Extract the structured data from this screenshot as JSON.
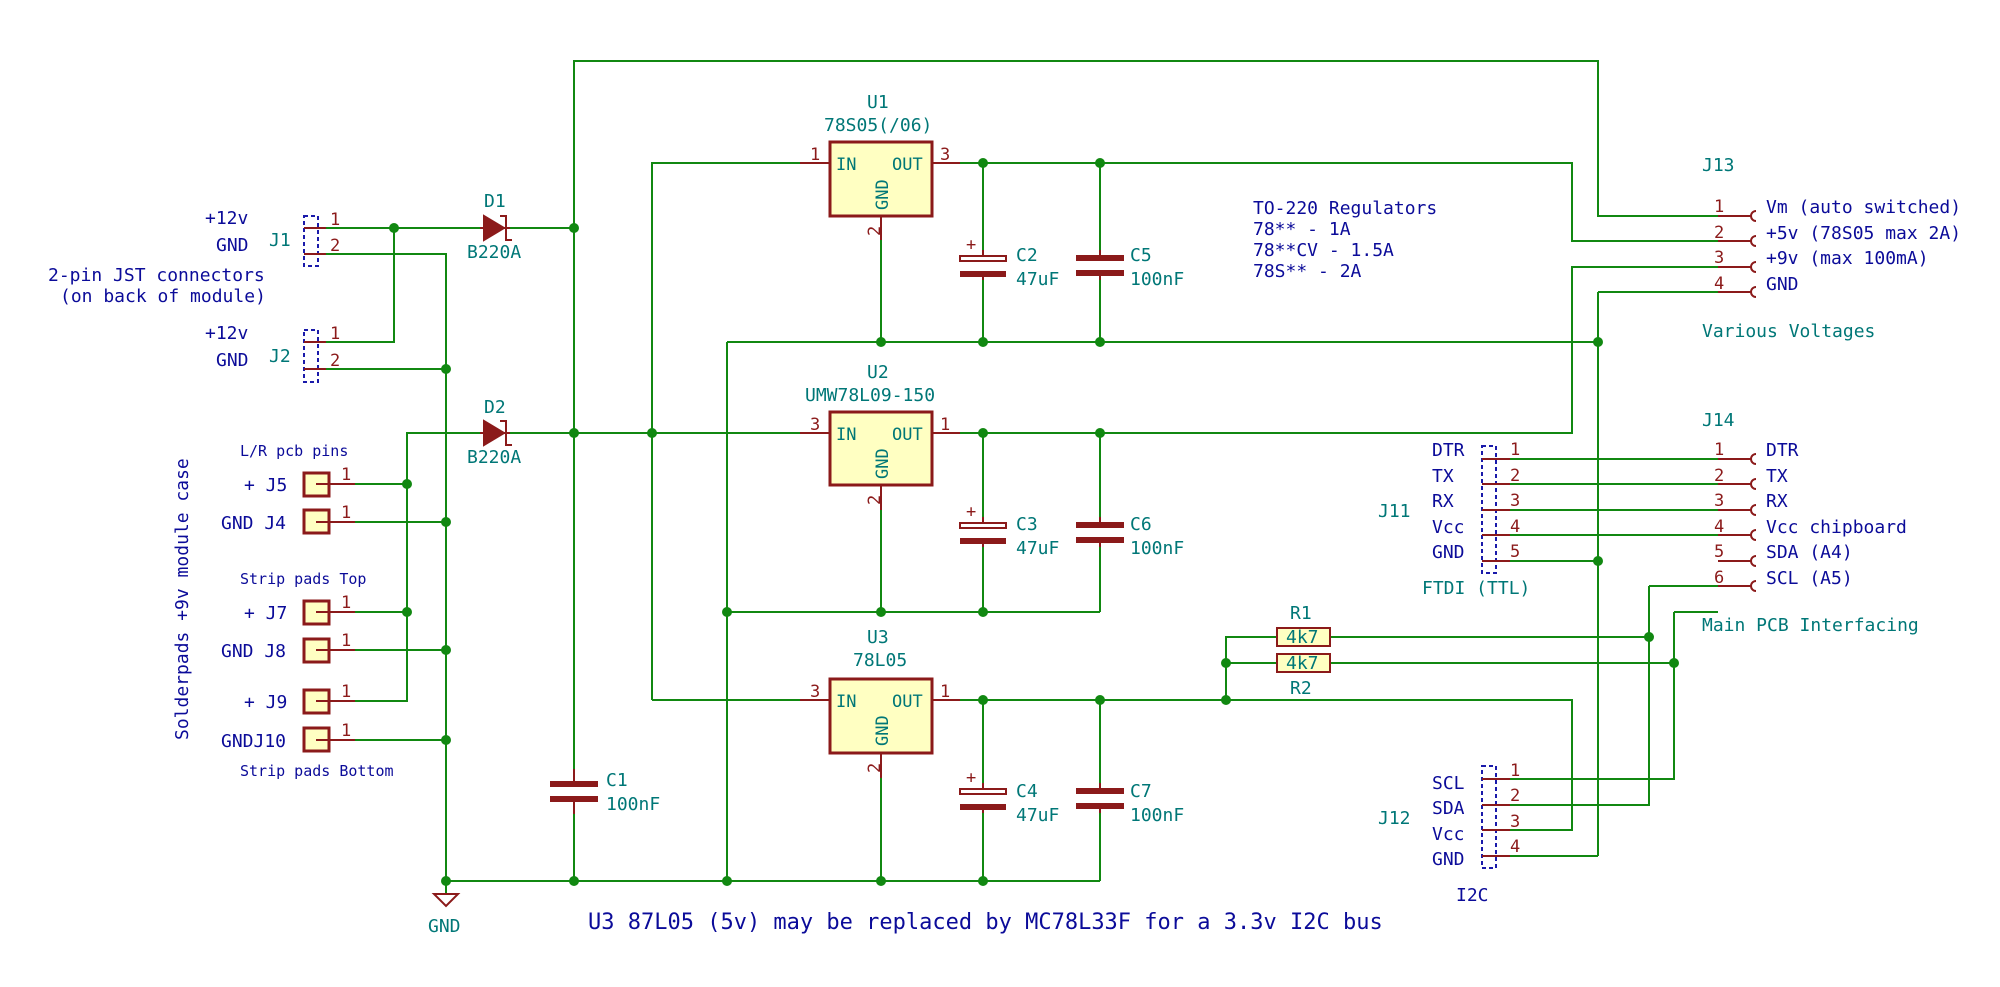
{
  "regulators": {
    "u1": {
      "ref": "U1",
      "value": "78S05(/06)",
      "pin_in": "1",
      "pin_out": "3",
      "pin_gnd": "2"
    },
    "u2": {
      "ref": "U2",
      "value": "UMW78L09-150",
      "pin_in": "3",
      "pin_out": "1",
      "pin_gnd": "2"
    },
    "u3": {
      "ref": "U3",
      "value": "78L05",
      "pin_in": "3",
      "pin_out": "1",
      "pin_gnd": "2"
    },
    "in_label": "IN",
    "out_label": "OUT",
    "gnd_label": "GND"
  },
  "diodes": {
    "d1": {
      "ref": "D1",
      "value": "B220A"
    },
    "d2": {
      "ref": "D2",
      "value": "B220A"
    }
  },
  "capacitors": {
    "c1": {
      "ref": "C1",
      "value": "100nF"
    },
    "c2": {
      "ref": "C2",
      "value": "47uF"
    },
    "c3": {
      "ref": "C3",
      "value": "47uF"
    },
    "c4": {
      "ref": "C4",
      "value": "47uF"
    },
    "c5": {
      "ref": "C5",
      "value": "100nF"
    },
    "c6": {
      "ref": "C6",
      "value": "100nF"
    },
    "c7": {
      "ref": "C7",
      "value": "100nF"
    },
    "plus_mark": "+"
  },
  "resistors": {
    "r1": {
      "ref": "R1",
      "value": "4k7"
    },
    "r2": {
      "ref": "R2",
      "value": "4k7"
    }
  },
  "power_connectors": {
    "j1": {
      "ref": "J1",
      "labels": [
        "+12v",
        "GND"
      ],
      "pins": [
        "1",
        "2"
      ]
    },
    "j2": {
      "ref": "J2",
      "labels": [
        "+12v",
        "GND"
      ],
      "pins": [
        "1",
        "2"
      ]
    },
    "note_line1": "2-pin JST connectors",
    "note_line2": "(on back of module)"
  },
  "solder_pads": {
    "vertical_note": "Solderpads +9v module case",
    "lr_header": "L/R pcb pins",
    "top_header": "Strip pads Top",
    "bottom_header": "Strip pads Bottom",
    "j5": "+ J5",
    "j4": "GND J4",
    "j7": "+ J7",
    "j8": "GND J8",
    "j9": "+ J9",
    "j10": "GNDJ10",
    "pin": "1"
  },
  "j13": {
    "ref": "J13",
    "pins": [
      "1",
      "2",
      "3",
      "4"
    ],
    "names": [
      "Vm (auto switched)",
      "+5v (78S05 max 2A)",
      "+9v (max 100mA)",
      "GND"
    ],
    "caption": "Various Voltages"
  },
  "j14": {
    "ref": "J14",
    "pins": [
      "1",
      "2",
      "3",
      "4",
      "5",
      "6"
    ],
    "names": [
      "DTR",
      "TX",
      "RX",
      "Vcc chipboard",
      "SDA (A4)",
      "SCL (A5)"
    ],
    "caption": "Main PCB Interfacing"
  },
  "j11": {
    "ref": "J11",
    "pins": [
      "1",
      "2",
      "3",
      "4",
      "5"
    ],
    "names": [
      "DTR",
      "TX",
      "RX",
      "Vcc",
      "GND"
    ],
    "caption": "FTDI (TTL)"
  },
  "j12": {
    "ref": "J12",
    "pins": [
      "1",
      "2",
      "3",
      "4"
    ],
    "names": [
      "SCL",
      "SDA",
      "Vcc",
      "GND"
    ],
    "caption": "I2C"
  },
  "notes": {
    "to220_title": "TO-220 Regulators",
    "to220_line1": "78** - 1A",
    "to220_line2": "78**CV - 1.5A",
    "to220_line3": "78S** - 2A",
    "bottom": "U3 87L05 (5v) may be replaced by MC78L33F for a 3.3v I2C bus",
    "gnd_symbol": "GND"
  }
}
